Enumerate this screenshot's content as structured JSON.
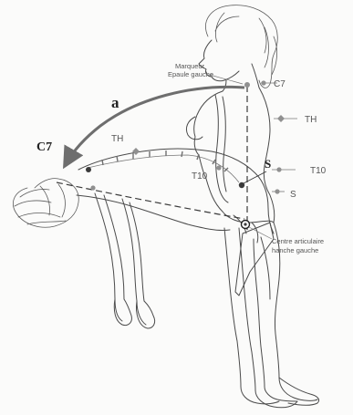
{
  "labels": {
    "marker_line1": "Marqueur",
    "marker_line2": "Epaule gauche",
    "c7_upright": "C7",
    "th_upright": "TH",
    "t10_upright": "T10",
    "s_upright": "S",
    "arrow_label": "a",
    "c7_bent": "C7",
    "th_bent": "TH",
    "t10_bent": "T10",
    "s_bent": "S",
    "hip_line1": "Centre articulaire",
    "hip_line2": "hanche gauche"
  },
  "colors": {
    "arrow": "#6e6e6e",
    "marker_gray": "#909090",
    "outline": "#4a4a4a"
  }
}
